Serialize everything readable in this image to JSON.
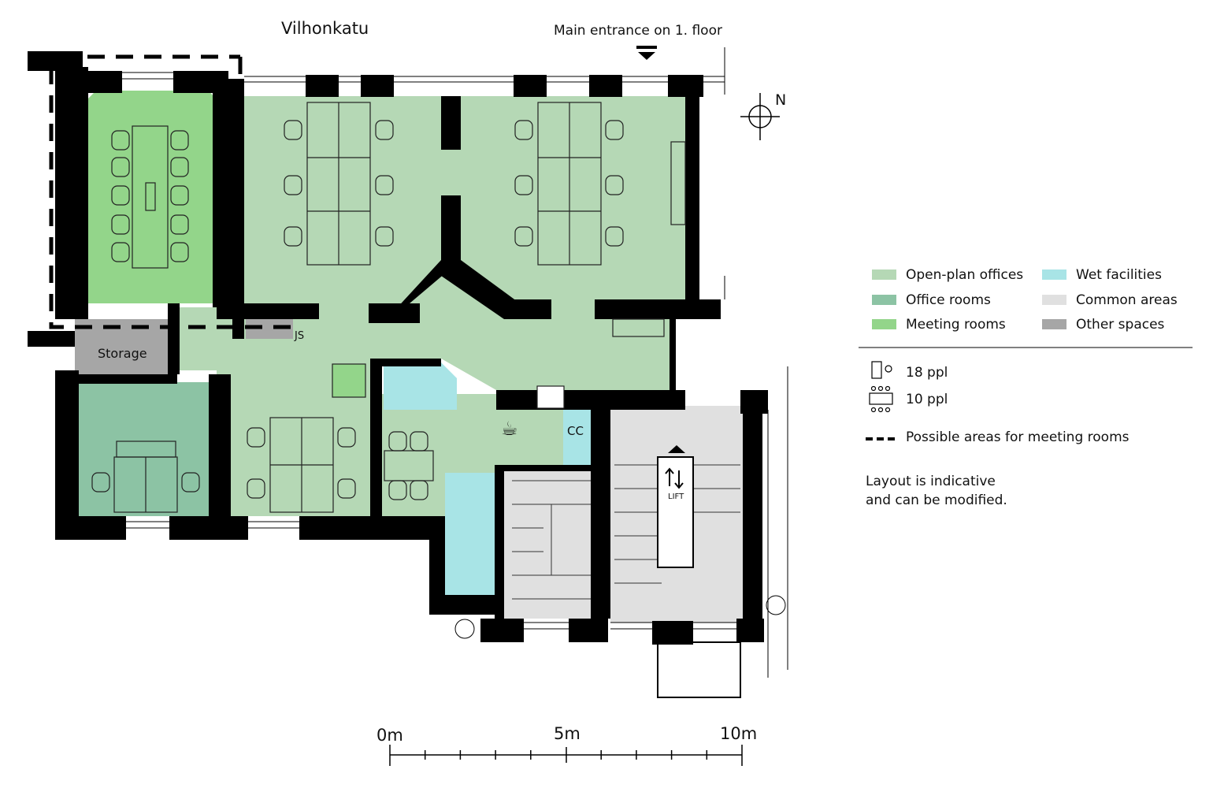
{
  "street_label": "Vilhonkatu",
  "entrance_label": "Main entrance on 1. floor",
  "north_label": "N",
  "rooms": {
    "storage": "Storage",
    "js": "JS",
    "cc": "CC",
    "lift": "LIFT"
  },
  "scale": {
    "labels": [
      "0m",
      "5m",
      "10m"
    ]
  },
  "legend": {
    "categories": [
      {
        "label": "Open-plan offices",
        "color": "#b5d8b5"
      },
      {
        "label": "Office rooms",
        "color": "#8cc3a4"
      },
      {
        "label": "Meeting rooms",
        "color": "#93d58a"
      },
      {
        "label": "Wet facilities",
        "color": "#a8e4e6"
      },
      {
        "label": "Common areas",
        "color": "#e0e0e0"
      },
      {
        "label": "Other spaces",
        "color": "#a6a6a6"
      }
    ],
    "capacity": [
      {
        "label": "18 ppl"
      },
      {
        "label": "10 ppl"
      }
    ],
    "dashed_label": "Possible areas for meeting rooms",
    "note_line1": "Layout is indicative",
    "note_line2": "and can be modified."
  }
}
